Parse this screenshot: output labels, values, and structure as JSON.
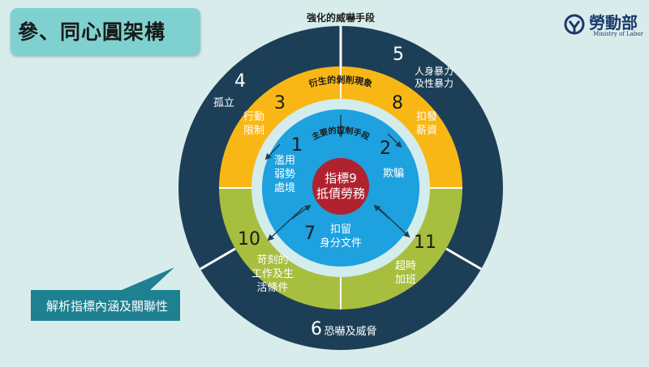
{
  "title": "參、同心圓架構",
  "logo": {
    "name": "勞動部",
    "subtitle": "Ministry of Labor"
  },
  "callout": "解析指標內涵及關聯性",
  "rings": {
    "outer_label": "強化的威嚇手段",
    "middle_label": "衍生的剝削現象",
    "inner_label": "主要的控制手段"
  },
  "center": {
    "line1": "指標9",
    "line2": "抵債勞務"
  },
  "indicators": [
    {
      "num": "1",
      "text": [
        "濫用",
        "弱勢",
        "處境"
      ]
    },
    {
      "num": "2",
      "text": [
        "欺騙"
      ]
    },
    {
      "num": "3",
      "text": [
        "行動",
        "限制"
      ]
    },
    {
      "num": "4",
      "text": [
        "孤立"
      ]
    },
    {
      "num": "5",
      "text": [
        "人身暴力",
        "及性暴力"
      ]
    },
    {
      "num": "6",
      "text": [
        "恐嚇及威脅"
      ]
    },
    {
      "num": "7",
      "text": [
        "扣留",
        "身分文件"
      ]
    },
    {
      "num": "8",
      "text": [
        "扣發",
        "薪資"
      ]
    },
    {
      "num": "10",
      "text": [
        "苛刻的",
        "工作及生",
        "活條件"
      ]
    },
    {
      "num": "11",
      "text": [
        "超時",
        "加班"
      ]
    }
  ],
  "colors": {
    "outer": "#1c3f57",
    "yellow": "#f9b715",
    "green": "#a7be3f",
    "light": "#d3ecec",
    "blue": "#1ea1df",
    "center": "#b0222e",
    "title_box": "#7fd1cf",
    "callout": "#1d8191"
  }
}
